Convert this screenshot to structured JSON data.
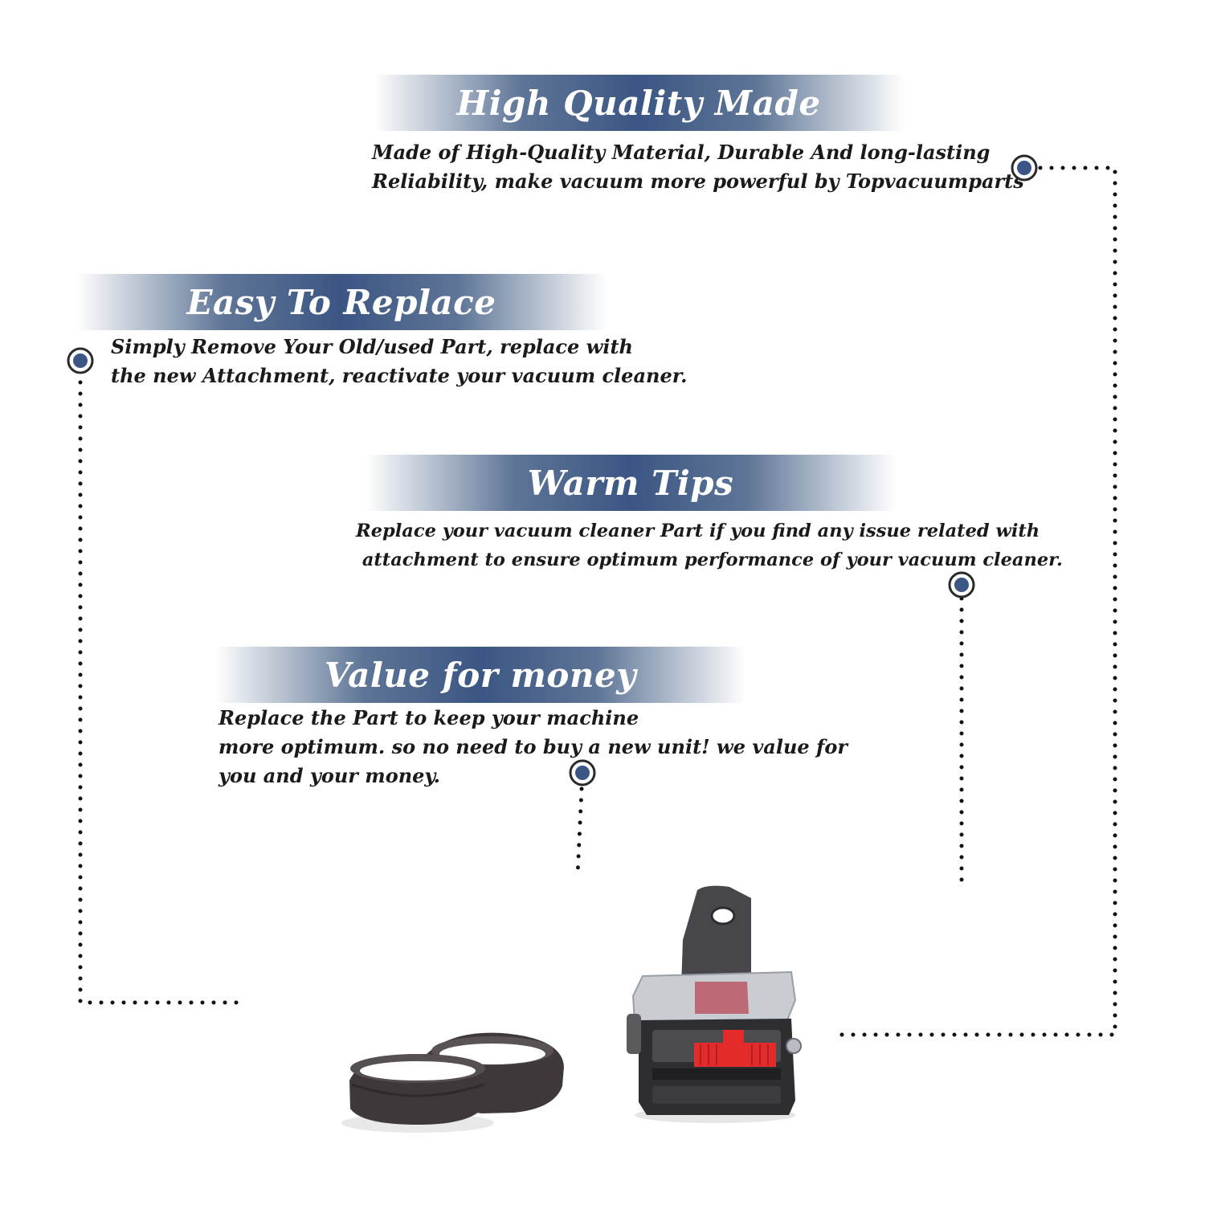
{
  "sections": [
    {
      "title": "High Quality Made",
      "lines": [
        "Made of  High-Quality Material, Durable And long-lasting",
        "Reliability, make vacuum more powerful by Topvacuumparts"
      ]
    },
    {
      "title": "Easy To Replace",
      "lines": [
        "Simply Remove Your Old/used Part, replace with",
        "the new Attachment, reactivate your vacuum cleaner."
      ]
    },
    {
      "title": "Warm Tips",
      "lines": [
        "Replace your vacuum cleaner Part if you find any issue related with",
        " attachment to ensure optimum performance of your vacuum cleaner."
      ]
    },
    {
      "title": "Value for money",
      "lines": [
        "Replace the Part to keep your machine",
        "more optimum. so no need to buy a new unit! we value for",
        "you and your money."
      ]
    }
  ],
  "colors": {
    "banner_dark": "#3b5684",
    "banner_mid": "#5e7596",
    "marker": "#3b5684",
    "text": "#1a1a1a",
    "belt": "#3e383b",
    "accent_red": "#e32b2b"
  },
  "icons": [
    "target-marker-icon",
    "drive-belt-image",
    "brushroll-gear-assembly-image"
  ]
}
